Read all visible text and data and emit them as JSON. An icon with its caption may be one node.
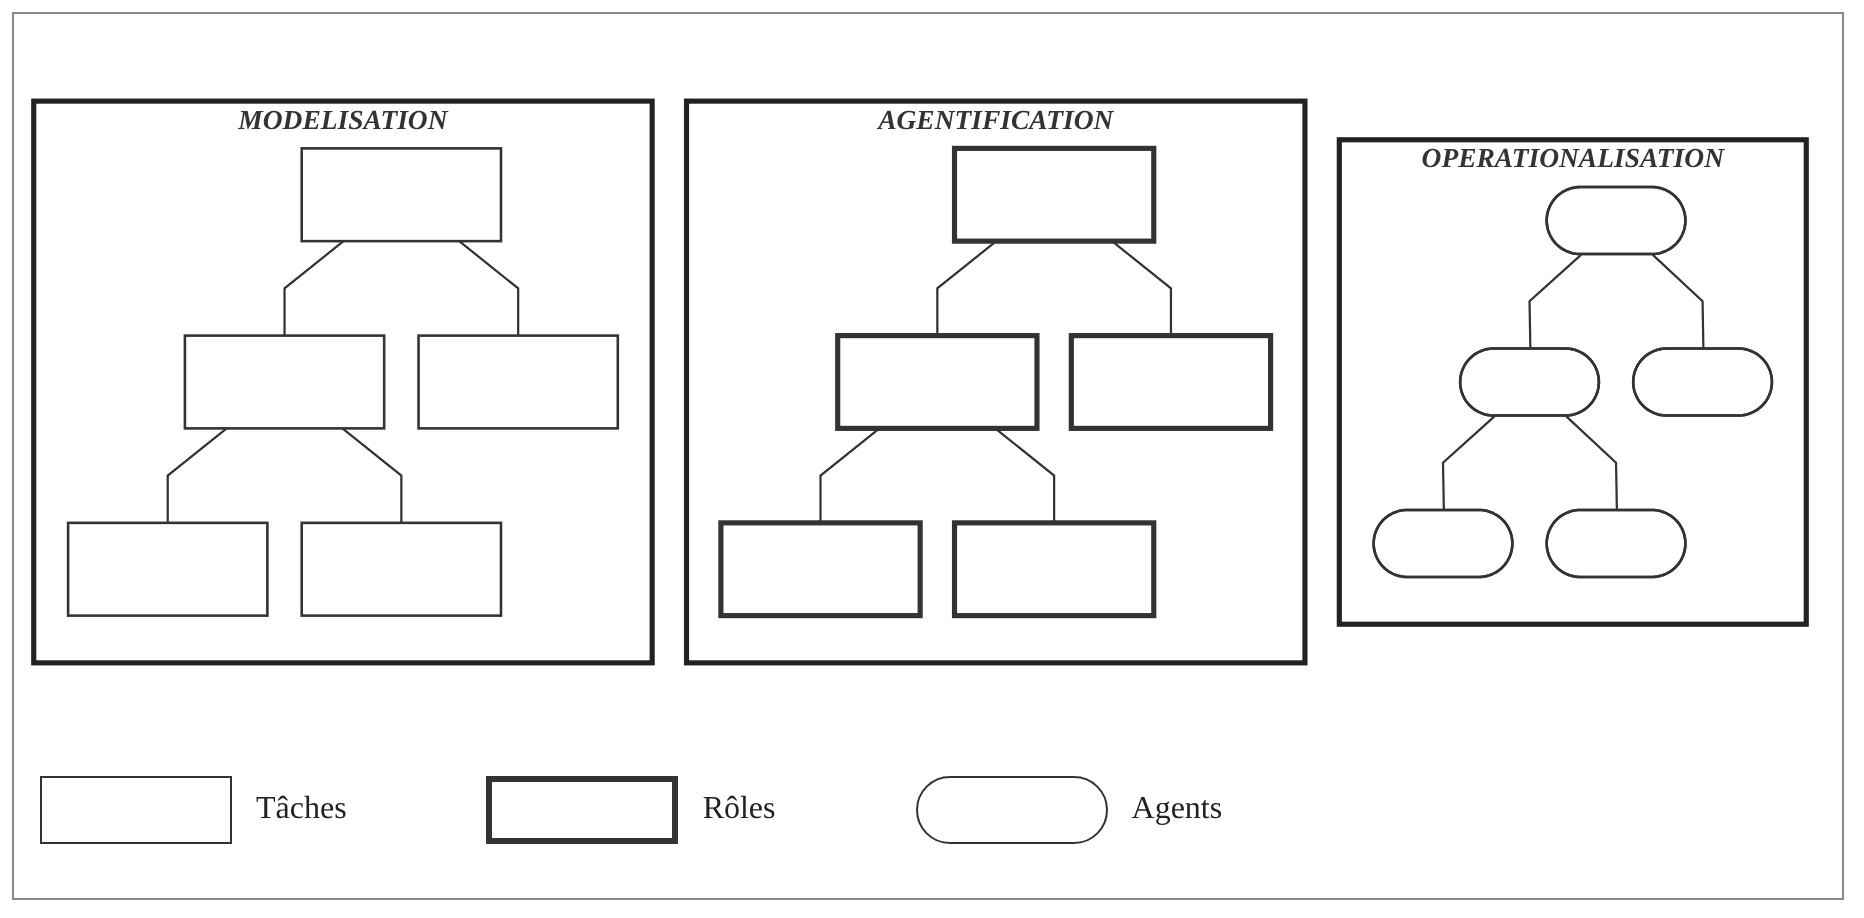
{
  "diagram": {
    "nodes": [
      {
        "text": [
          "MODELISATION"
        ]
      },
      {
        "text": [],
        "shape": "box",
        "in": 0
      },
      {
        "text": [],
        "shape": "box",
        "in": 0
      },
      {
        "text": [],
        "shape": "box",
        "in": 0
      },
      {
        "text": [],
        "shape": "box",
        "in": 0
      },
      {
        "text": [],
        "shape": "box",
        "in": 0
      },
      {
        "text": [
          "AGENTIFICATION"
        ]
      },
      {
        "text": [],
        "shape": "box",
        "in": 6
      },
      {
        "text": [],
        "shape": "box",
        "in": 6
      },
      {
        "text": [],
        "shape": "box",
        "in": 6
      },
      {
        "text": [],
        "shape": "box",
        "in": 6
      },
      {
        "text": [],
        "shape": "box",
        "in": 6
      },
      {
        "text": [
          "OPERATIONALISATION"
        ]
      },
      {
        "text": [],
        "shape": "pill",
        "in": 12
      },
      {
        "text": [],
        "shape": "pill",
        "in": 12
      },
      {
        "text": [],
        "shape": "pill",
        "in": 12
      },
      {
        "text": [],
        "shape": "pill",
        "in": 12
      },
      {
        "text": [],
        "shape": "pill",
        "in": 12
      }
    ],
    "edges": [
      {
        "from": 1,
        "to": 2,
        "arrow": "none"
      },
      {
        "from": 1,
        "to": 3,
        "arrow": "none"
      },
      {
        "from": 2,
        "to": 4,
        "arrow": "none"
      },
      {
        "from": 2,
        "to": 5,
        "arrow": "none"
      },
      {
        "from": 7,
        "to": 8,
        "arrow": "none"
      },
      {
        "from": 7,
        "to": 9,
        "arrow": "none"
      },
      {
        "from": 8,
        "to": 10,
        "arrow": "none"
      },
      {
        "from": 8,
        "to": 11,
        "arrow": "none"
      },
      {
        "from": 13,
        "to": 14,
        "arrow": "none"
      },
      {
        "from": 13,
        "to": 15,
        "arrow": "none"
      },
      {
        "from": 14,
        "to": 16,
        "arrow": "none"
      },
      {
        "from": 14,
        "to": 17,
        "arrow": "none"
      }
    ],
    "legend": [
      {
        "text": "Tâches"
      },
      {
        "text": "Rôles"
      },
      {
        "text": "Agents"
      }
    ]
  }
}
